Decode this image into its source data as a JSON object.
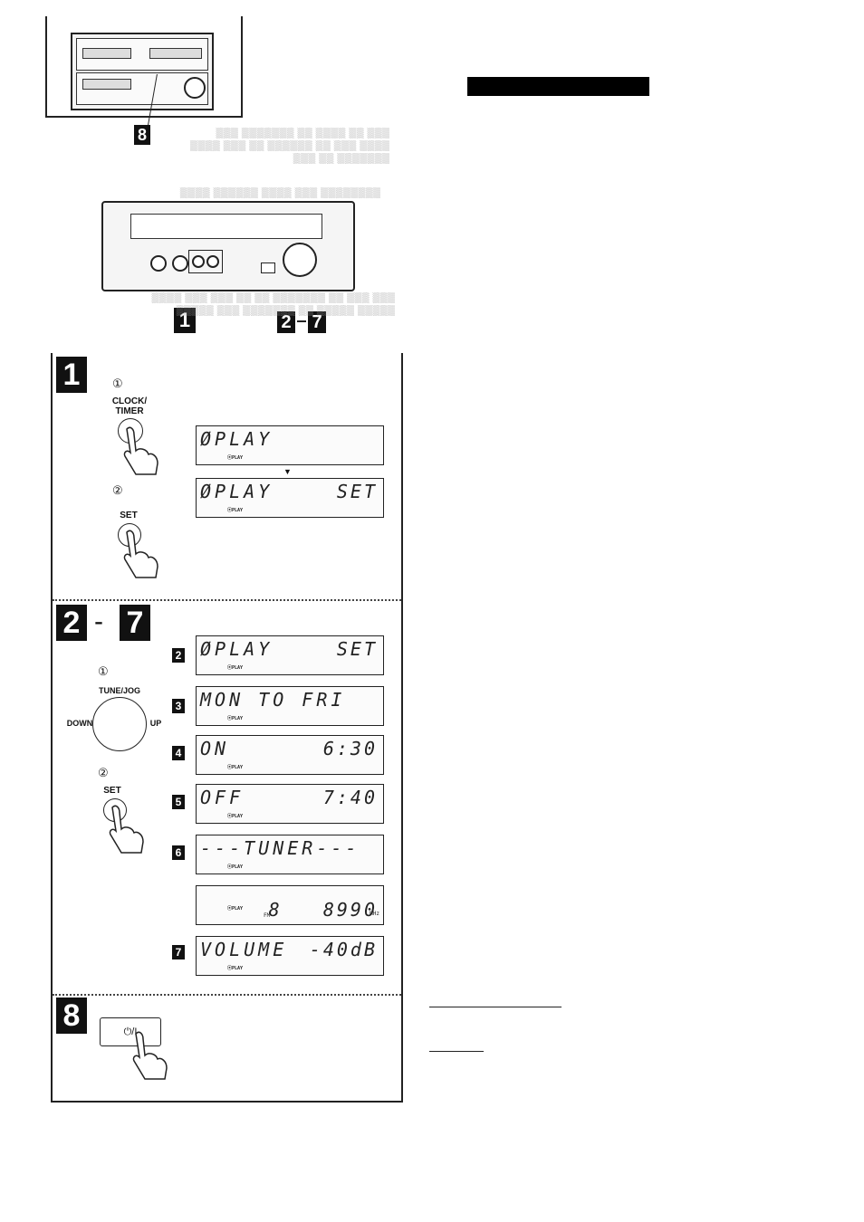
{
  "markers": {
    "top_step": "8",
    "panel_step_a": "1",
    "panel_step_b": "2",
    "panel_step_b_end": "7",
    "section1": "1",
    "section2_start": "2",
    "section2_dash": "-",
    "section2_end": "7",
    "section8": "8"
  },
  "step1": {
    "circle1": "①",
    "clock_timer_label": "CLOCK/\nTIMER",
    "circle2": "②",
    "set_label": "SET",
    "arrow": "▼"
  },
  "step2_7": {
    "circle1": "①",
    "tune_jog_label": "TUNE/JOG",
    "down_label": "DOWN",
    "up_label": "UP",
    "circle2": "②",
    "set_label": "SET"
  },
  "displays": [
    {
      "marker": "",
      "main": "ØPLAY",
      "right": "",
      "indicator": "ⓔPLAY"
    },
    {
      "marker": "",
      "main": "ØPLAY",
      "right": "SET",
      "indicator": "ⓔPLAY"
    },
    {
      "marker": "2",
      "main": "ØPLAY",
      "right": "SET",
      "indicator": "ⓔPLAY"
    },
    {
      "marker": "3",
      "main": "MON TO FRI",
      "right": "",
      "indicator": "ⓔPLAY"
    },
    {
      "marker": "4",
      "main": "ON",
      "right": "6:30",
      "indicator": "ⓔPLAY"
    },
    {
      "marker": "5",
      "main": "OFF",
      "right": "7:40",
      "indicator": "ⓔPLAY"
    },
    {
      "marker": "6",
      "main": "---TUNER---",
      "right": "",
      "indicator": "ⓔPLAY"
    },
    {
      "marker": "",
      "main": "",
      "right": "8   8990",
      "indicator": "ⓔPLAY",
      "band": "FM",
      "unit": "MHz"
    },
    {
      "marker": "7",
      "main": "VOLUME",
      "right": "-40dB",
      "indicator": "ⓔPLAY"
    }
  ],
  "step8": {
    "power_label": "⏻/I"
  },
  "colors": {
    "ink": "#111111",
    "accent_bar": "#000000"
  }
}
